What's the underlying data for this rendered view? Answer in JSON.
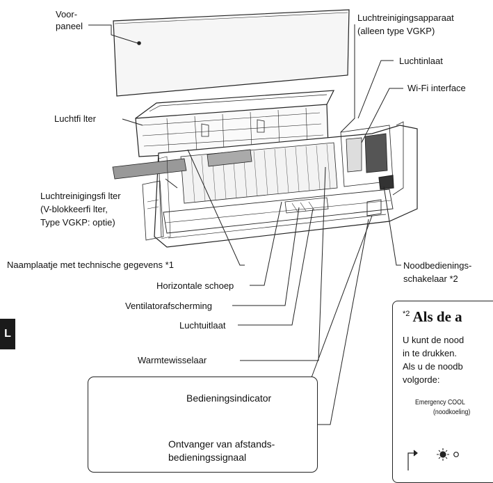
{
  "labels": {
    "voorpaneel": "Voor-\npaneel",
    "luchtreiniging_apparaat_1": "Luchtreinigingsapparaat",
    "luchtreiniging_apparaat_2": "(alleen type VGKP)",
    "luchtinlaat": "Luchtinlaat",
    "wifi": "Wi-Fi interface",
    "luchtfilter": "Luchtfi lter",
    "luchtreinigingsfilter_1": "Luchtreinigingsfi lter",
    "luchtreinigingsfilter_2": "(V-blokkeerfi lter,",
    "luchtreinigingsfilter_3": "Type VGKP: optie)",
    "naamplaatje": "Naamplaatje met technische gegevens *1",
    "horizontale_schoep": "Horizontale schoep",
    "ventilatorafscherming": "Ventilatorafscherming",
    "luchtuitlaat": "Luchtuitlaat",
    "warmtewisselaar": "Warmtewisselaar",
    "noodbediening_1": "Noodbedienings-",
    "noodbediening_2": "schakelaar *2"
  },
  "inset": {
    "bedieningsindicator": "Bedieningsindicator",
    "ontvanger_1": "Ontvanger van afstands-",
    "ontvanger_2": "bedieningssignaal"
  },
  "side_tab": "L",
  "note": {
    "title_sup": "*2",
    "title": "Als de a",
    "line1": "U kunt de nood",
    "line2": "in te drukken.",
    "line3": "Als u de noodb",
    "line4": "volgorde:",
    "small1": "Emergency COOL",
    "small2": "(noodkoeling)"
  }
}
